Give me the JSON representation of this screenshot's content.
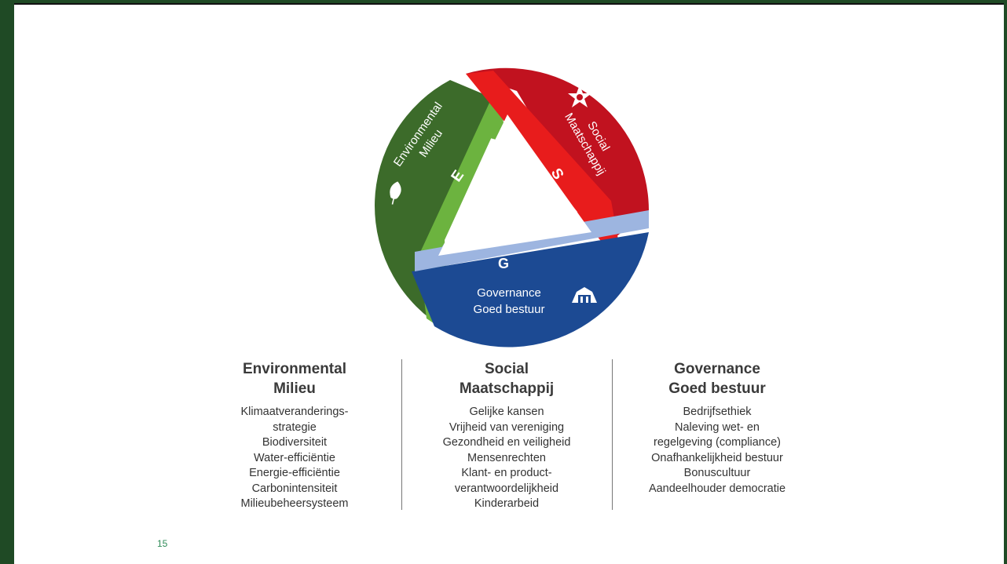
{
  "diagram": {
    "environmental_title": "Environmental",
    "environmental_subtitle": "Milieu",
    "environmental_letter": "E",
    "social_title": "Social",
    "social_subtitle": "Maatschappij",
    "social_letter": "S",
    "governance_title": "Governance",
    "governance_subtitle": "Goed bestuur",
    "governance_letter": "G",
    "colors": {
      "environmental_dark": "#3c6b2a",
      "environmental_light": "#6cb33f",
      "social_dark": "#c1121f",
      "social_light": "#e81c1c",
      "governance_dark": "#1c4a93",
      "governance_light": "#9db5e0"
    },
    "icons": [
      "leaf-icon",
      "people-circle-icon",
      "building-icon"
    ]
  },
  "columns": [
    {
      "title": "Environmental",
      "subtitle": "Milieu",
      "items": [
        "Klimaatveranderings-",
        "strategie",
        "Biodiversiteit",
        "Water-efficiëntie",
        "Energie-efficiëntie",
        "Carbonintensiteit",
        "Milieubeheersysteem"
      ]
    },
    {
      "title": "Social",
      "subtitle": "Maatschappij",
      "items": [
        "Gelijke kansen",
        "Vrijheid van vereniging",
        "Gezondheid en veiligheid",
        "Mensenrechten",
        "Klant- en product-",
        "verantwoordelijkheid",
        "Kinderarbeid"
      ]
    },
    {
      "title": "Governance",
      "subtitle": "Goed bestuur",
      "items": [
        "Bedrijfsethiek",
        "Naleving wet- en",
        "regelgeving (compliance)",
        "Onafhankelijkheid bestuur",
        "Bonuscultuur",
        "Aandeelhouder democratie"
      ]
    }
  ],
  "page_number": "15"
}
